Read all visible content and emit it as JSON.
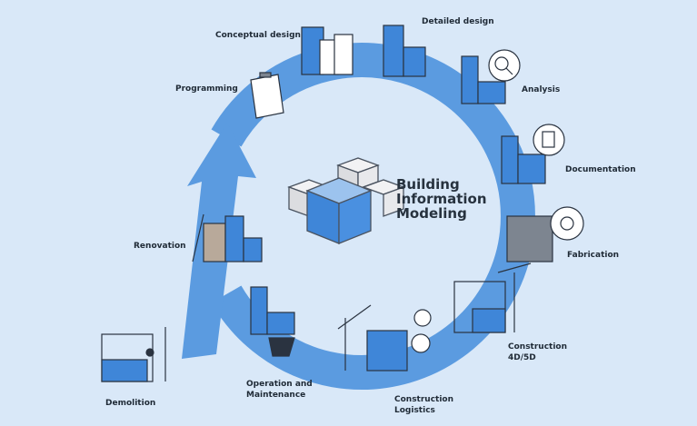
{
  "title": {
    "line1": "Building",
    "line2": "Information",
    "line3": "Modeling"
  },
  "stages": {
    "conceptual_design": "Conceptual design",
    "detailed_design": "Detailed design",
    "analysis": "Analysis",
    "documentation": "Documentation",
    "fabrication": "Fabrication",
    "construction_4d5d_line1": "Construction",
    "construction_4d5d_line2": "4D/5D",
    "construction_logistics_line1": "Construction",
    "construction_logistics_line2": "Logistics",
    "operation_line1": "Operation and",
    "operation_line2": "Maintenance",
    "demolition": "Demolition",
    "renovation": "Renovation",
    "programming": "Programming"
  },
  "colors": {
    "background": "#d9e8f8",
    "ring": "#5b9be0",
    "building": "#3f86d8",
    "dark": "#2a3340"
  }
}
